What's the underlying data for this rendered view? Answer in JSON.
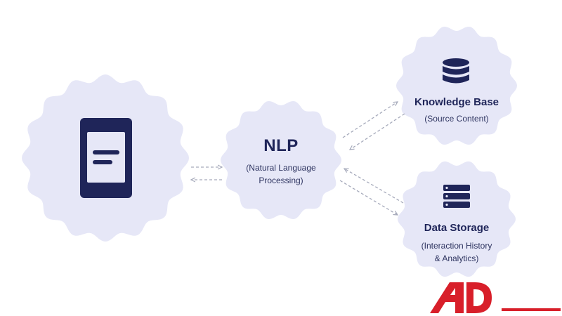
{
  "colors": {
    "blob_fill": "#e6e7f7",
    "navy": "#1f2559",
    "arrow": "#a6aabb",
    "brand_red": "#d81f2a"
  },
  "device": {
    "icon": "smartphone-icon"
  },
  "nlp": {
    "title": "NLP",
    "subtitle_line1": "(Natural Language",
    "subtitle_line2": "Processing)"
  },
  "knowledge_base": {
    "icon": "database-icon",
    "title": "Knowledge Base",
    "subtitle": "(Source Content)"
  },
  "data_storage": {
    "icon": "server-rack-icon",
    "title": "Data Storage",
    "subtitle_line1": "(Interaction History",
    "subtitle_line2": "& Analytics)"
  },
  "logo": {
    "text": "AD",
    "name": "brand-logo"
  }
}
